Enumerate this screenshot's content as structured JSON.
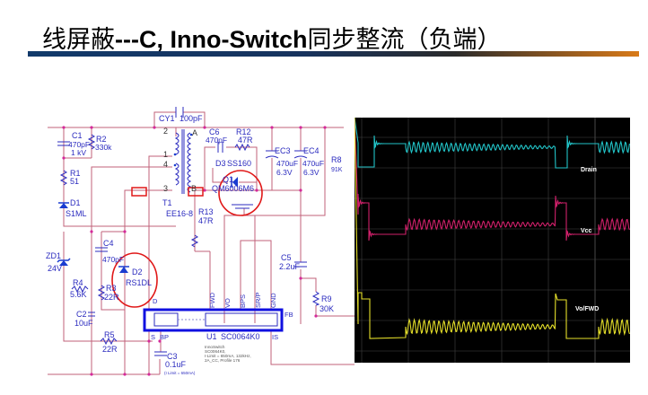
{
  "slide": {
    "title_prefix": "线屏蔽",
    "title_bold": "---C, Inno-Switch",
    "title_suffix": "同步整流（负端）"
  },
  "schematic": {
    "components": {
      "cy1": {
        "ref": "CY1",
        "value": "100pF"
      },
      "c1": {
        "ref": "C1",
        "value": "470pF",
        "rating": "1 kV"
      },
      "r2": {
        "ref": "R2",
        "value": "330k"
      },
      "r1": {
        "ref": "R1",
        "value": "51"
      },
      "d1": {
        "ref": "D1",
        "value": "S1ML"
      },
      "t1": {
        "ref": "T1",
        "value": "EE16-8",
        "pins": [
          "2",
          "1",
          "4",
          "3",
          "A",
          "B"
        ]
      },
      "c6": {
        "ref": "C6",
        "value": "470pF"
      },
      "r12": {
        "ref": "R12",
        "value": "47R"
      },
      "d3": {
        "ref": "D3",
        "value": "SS160"
      },
      "q1": {
        "ref": "Q1",
        "value": "QM6006M6"
      },
      "ec3": {
        "ref": "EC3",
        "value": "470uF",
        "rating": "6.3V"
      },
      "ec4": {
        "ref": "EC4",
        "value": "470uF",
        "rating": "6.3V"
      },
      "r8": {
        "ref": "R8",
        "value": "91K"
      },
      "r13": {
        "ref": "R13",
        "value": "47R"
      },
      "zd1": {
        "ref": "ZD1",
        "value": "24V"
      },
      "c4": {
        "ref": "C4",
        "value": "470pF"
      },
      "d2": {
        "ref": "D2",
        "value": "RS1DL"
      },
      "r4": {
        "ref": "R4",
        "value": "5.6K"
      },
      "r3": {
        "ref": "R3",
        "value": "22R"
      },
      "c2": {
        "ref": "C2",
        "value": "10uF"
      },
      "r5": {
        "ref": "R5",
        "value": "22R"
      },
      "c3": {
        "ref": "C3",
        "value": "0.1uF",
        "note": "(I Limit = 650mA)"
      },
      "c5": {
        "ref": "C5",
        "value": "2.2uF"
      },
      "r9": {
        "ref": "R9",
        "value": "30K"
      }
    },
    "ic": {
      "ref": "U1",
      "part": "SC0064K0",
      "pins_top": [
        "FWD",
        "VO",
        "BPS",
        "SR/P",
        "GND"
      ],
      "pin_d": "D",
      "pin_s": "S",
      "pin_bp": "BP",
      "pin_fb": "FB",
      "pin_is": "IS",
      "description": [
        "InnoSwitch",
        "SC0064K0,",
        "I-Limit = 650mA, 132kHz,",
        "2A_CC, Profile 176"
      ]
    }
  },
  "scope": {
    "channels": [
      {
        "label": "Drain",
        "color": "#22c4c8",
        "marker": "2"
      },
      {
        "label": "Vcc",
        "color": "#d0206a",
        "marker": "3"
      },
      {
        "label": "Vo/FWD",
        "color": "#e6e02a",
        "marker": "1"
      }
    ]
  },
  "colors": {
    "wire": "#c0627a",
    "component": "#2b2bbf",
    "highlight_circle": "#e01818",
    "highlight_rect": "#e01818",
    "ic_box": "#1010e0"
  }
}
